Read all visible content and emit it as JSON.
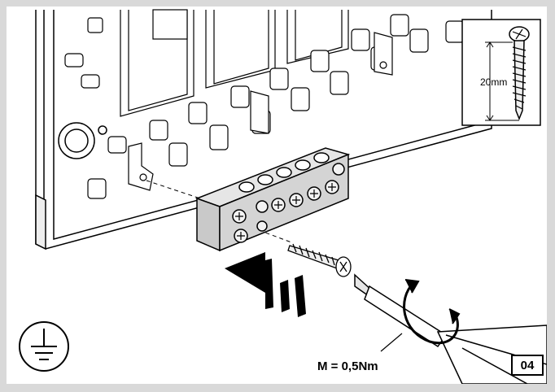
{
  "screw_length_label": "20mm",
  "torque_label": "M = 0,5Nm",
  "step_number": "04",
  "icons": [
    "ground-symbol-icon",
    "screw-detail-icon",
    "screwdriver-icon",
    "insertion-arrow-icon",
    "rotation-arrow-icon"
  ],
  "colors": {
    "frame_bg": "#d9d9d9",
    "panel_bg": "#ffffff",
    "terminal_block": "#d4d4d4",
    "line": "#000000"
  }
}
